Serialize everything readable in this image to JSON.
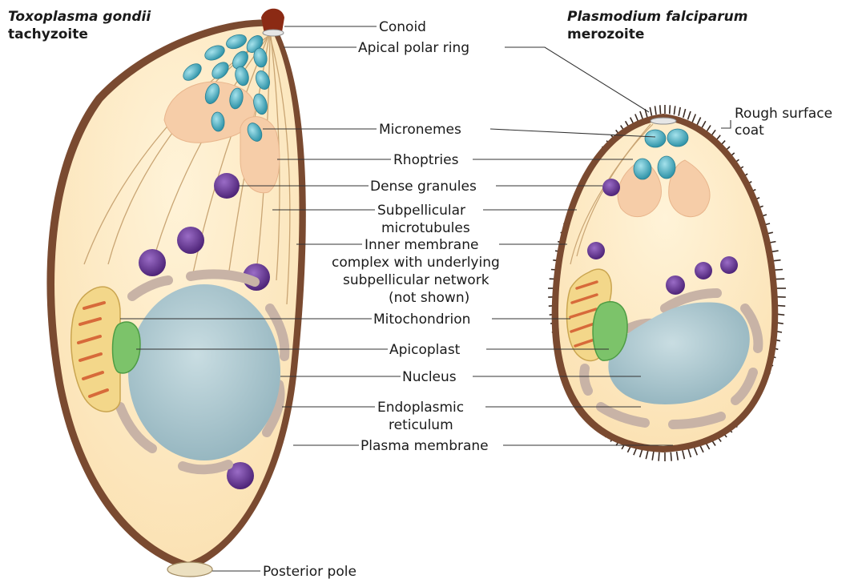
{
  "titles": {
    "toxoplasma_name": "Toxoplasma gondii",
    "toxoplasma_stage": "tachyzoite",
    "plasmodium_name": "Plasmodium falciparum",
    "plasmodium_stage": "merozoite"
  },
  "labels": {
    "conoid": "Conoid",
    "apical_polar_ring": "Apical polar ring",
    "rough_surface_coat_1": "Rough surface",
    "rough_surface_coat_2": "coat",
    "micronemes": "Micronemes",
    "rhoptries": "Rhoptries",
    "dense_granules": "Dense granules",
    "subpellicular_1": "Subpellicular",
    "subpellicular_2": "microtubules",
    "imc_1": "Inner membrane",
    "imc_2": "complex with underlying",
    "imc_3": "subpellicular network",
    "imc_4": "(not shown)",
    "mitochondrion": "Mitochondrion",
    "apicoplast": "Apicoplast",
    "nucleus": "Nucleus",
    "er_1": "Endoplasmic",
    "er_2": "reticulum",
    "plasma_membrane": "Plasma membrane",
    "posterior_pole": "Posterior pole"
  },
  "colors": {
    "membrane": "#7a4a30",
    "cytoplasm": "#fde9c4",
    "microneme": "#4fb6c8",
    "rhoptry": "#f6cda8",
    "dense_granule": "#6b3d9a",
    "nucleus": "#a9c6cf",
    "er": "#c8b3a6",
    "mitochondrion": "#f3d78a",
    "mito_cristae": "#d76a3a",
    "apicoplast": "#7cc36a",
    "conoid": "#8b2a14"
  }
}
